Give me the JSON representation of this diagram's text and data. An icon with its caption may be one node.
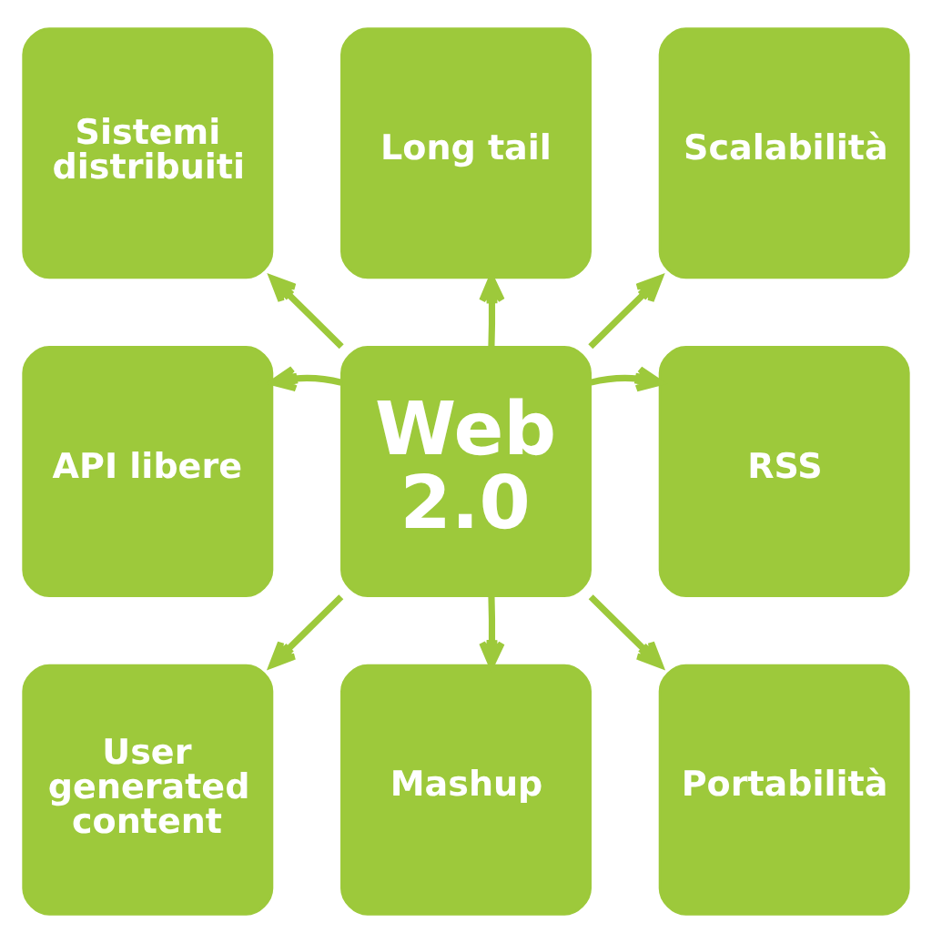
{
  "diagram": {
    "nodes": [
      {
        "text": [
          "Sistemi distribuiti"
        ]
      },
      {
        "text": [
          "Long tail"
        ]
      },
      {
        "text": [
          "Scalabilità"
        ]
      },
      {
        "text": [
          "API libere"
        ]
      },
      {
        "text": [
          "Web 2.0"
        ]
      },
      {
        "text": [
          "RSS"
        ]
      },
      {
        "text": [
          "User generated content"
        ]
      },
      {
        "text": [
          "Mashup"
        ]
      },
      {
        "text": [
          "Portabilità"
        ]
      }
    ],
    "edges": [
      {
        "from": 4,
        "to": 0,
        "arrow": "to"
      },
      {
        "from": 4,
        "to": 1,
        "arrow": "to"
      },
      {
        "from": 4,
        "to": 2,
        "arrow": "to"
      },
      {
        "from": 4,
        "to": 3,
        "arrow": "to"
      },
      {
        "from": 4,
        "to": 5,
        "arrow": "to"
      },
      {
        "from": 4,
        "to": 6,
        "arrow": "to"
      },
      {
        "from": 4,
        "to": 7,
        "arrow": "to"
      },
      {
        "from": 4,
        "to": 8,
        "arrow": "to"
      }
    ]
  }
}
